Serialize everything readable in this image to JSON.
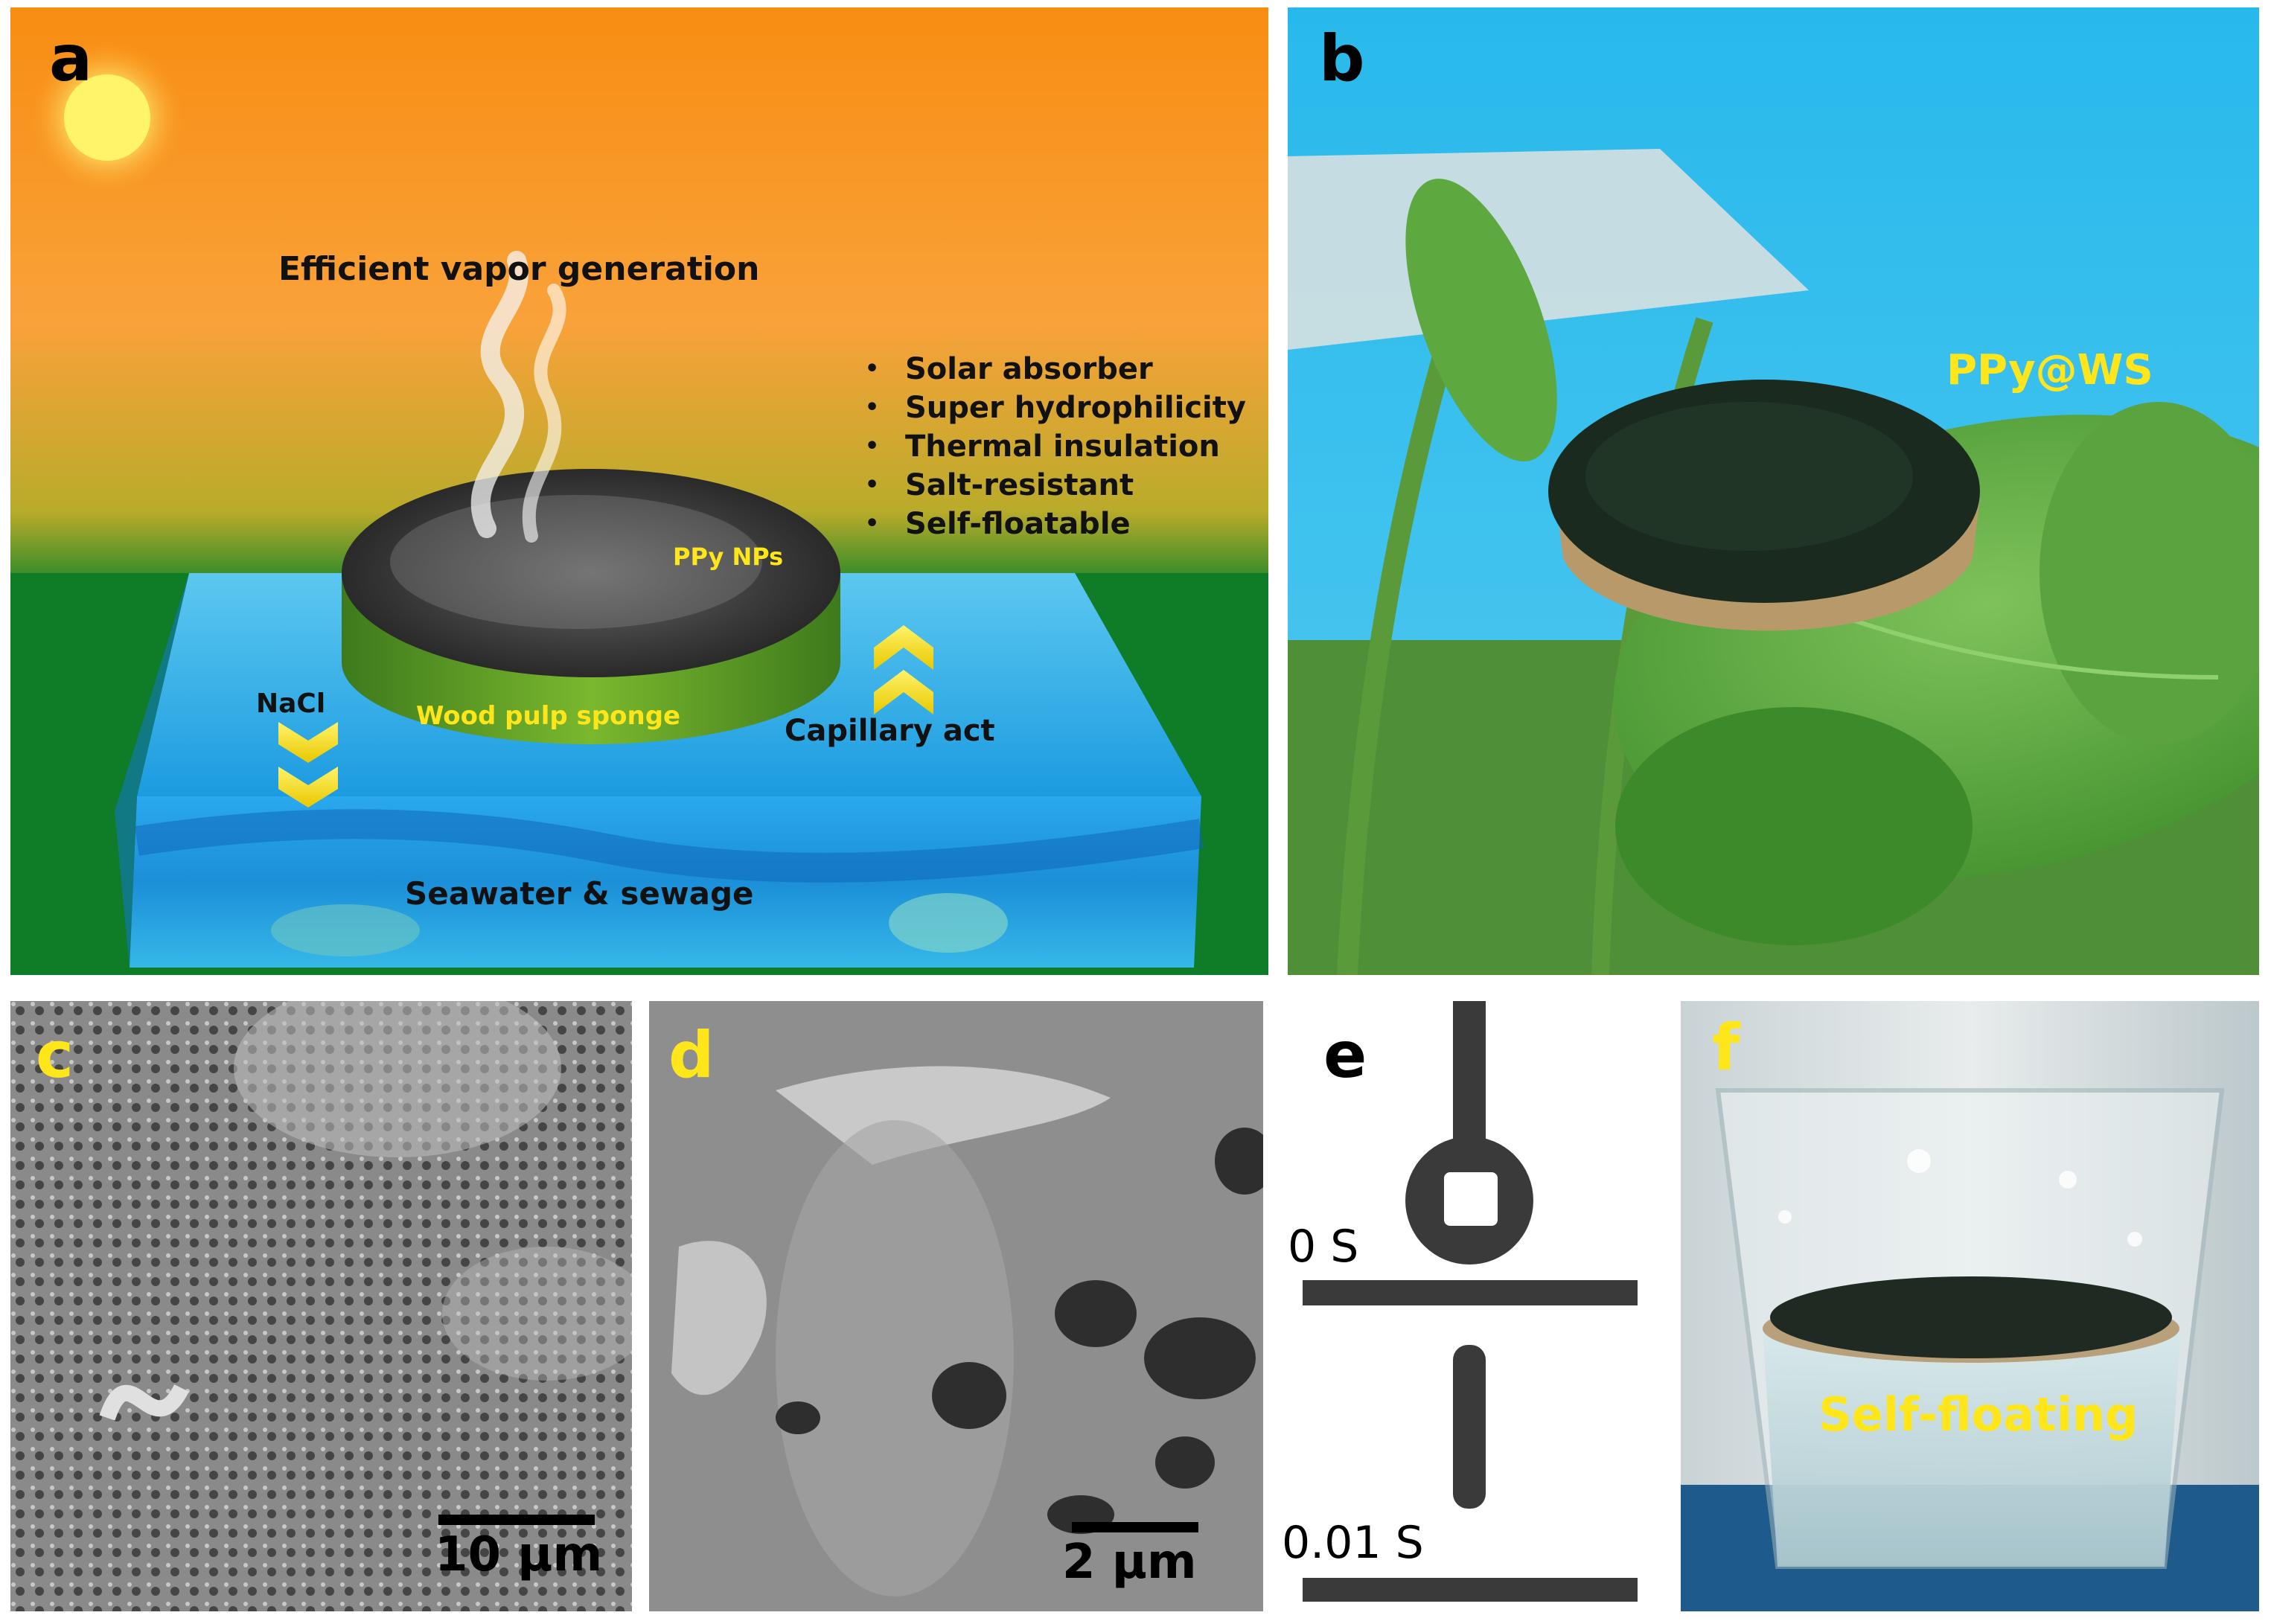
{
  "figure": {
    "panel_a": {
      "letter": "a",
      "title": "Efficient vapor generation",
      "features": [
        "Solar absorber",
        "Super hydrophilicity",
        "Thermal insulation",
        "Salt-resistant",
        "Self-floatable"
      ],
      "label_top_layer": "PPy NPs",
      "label_side": "Wood pulp sponge",
      "label_salt": "NaCl",
      "label_capillary": "Capillary act",
      "label_water": "Seawater & sewage"
    },
    "panel_b": {
      "letter": "b",
      "label": "PPy@WS"
    },
    "panel_c": {
      "letter": "c",
      "scale": "10 μm"
    },
    "panel_d": {
      "letter": "d",
      "scale": "2 μm"
    },
    "panel_e": {
      "letter": "e",
      "time_1": "0 S",
      "time_2": "0.01 S"
    },
    "panel_f": {
      "letter": "f",
      "label": "Self-floating"
    }
  },
  "colors": {
    "sky_orange": "#f7941d",
    "ground_green": "#0f7d28",
    "water_blue": "#1ea0e6",
    "label_yellow": "#ffe61a",
    "sem_gray": "#8c8c8c"
  }
}
